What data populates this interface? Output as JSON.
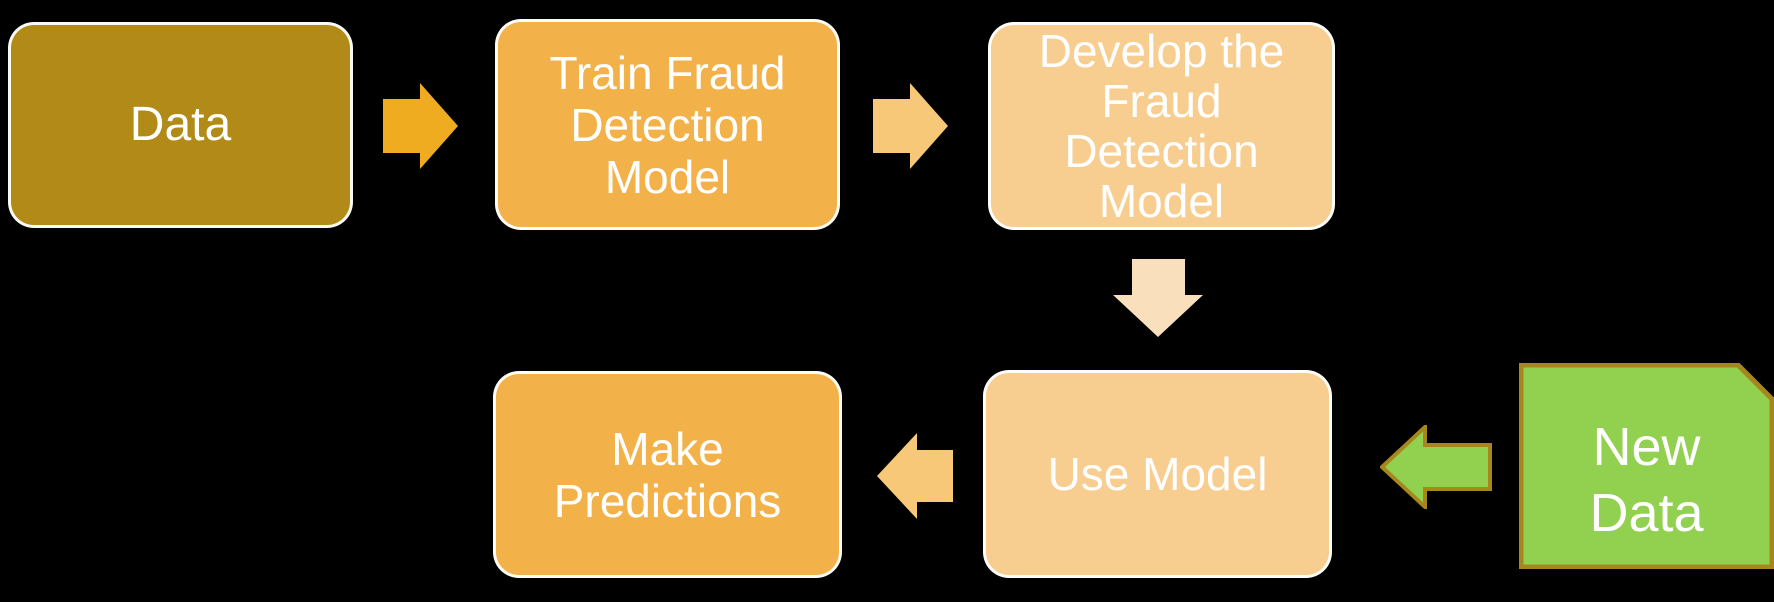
{
  "diagram": {
    "title": "Fraud detection model flowchart",
    "background_color": "#000000",
    "text_color": "#FFFFFF",
    "nodes": {
      "data": {
        "label": "Data",
        "fill": "#B18A17",
        "shape": "rounded-rect"
      },
      "train": {
        "label": "Train Fraud\nDetection\nModel",
        "fill": "#F2B149",
        "shape": "rounded-rect"
      },
      "develop": {
        "label": "Develop the\nFraud\nDetection\nModel",
        "fill": "#F7CD90",
        "shape": "rounded-rect"
      },
      "use": {
        "label": "Use Model",
        "fill": "#F7CD90",
        "shape": "rounded-rect"
      },
      "make": {
        "label": "Make\nPredictions",
        "fill": "#F2B149",
        "shape": "rounded-rect"
      },
      "newdata": {
        "label": "New\nData",
        "fill": "#92D050",
        "stroke": "#A6871E",
        "shape": "folded-corner-rect"
      }
    },
    "arrows": {
      "data_to_train": {
        "from": "data",
        "to": "train",
        "direction": "right",
        "color": "#F0AC21"
      },
      "train_to_develop": {
        "from": "train",
        "to": "develop",
        "direction": "right",
        "color": "#F6C878"
      },
      "develop_to_use": {
        "from": "develop",
        "to": "use",
        "direction": "down",
        "color": "#FADFBC"
      },
      "use_to_make": {
        "from": "use",
        "to": "make",
        "direction": "left",
        "color": "#F6C878"
      },
      "newdata_to_use": {
        "from": "newdata",
        "to": "use",
        "direction": "left",
        "color": "#92D050",
        "stroke": "#A6871E"
      }
    }
  }
}
